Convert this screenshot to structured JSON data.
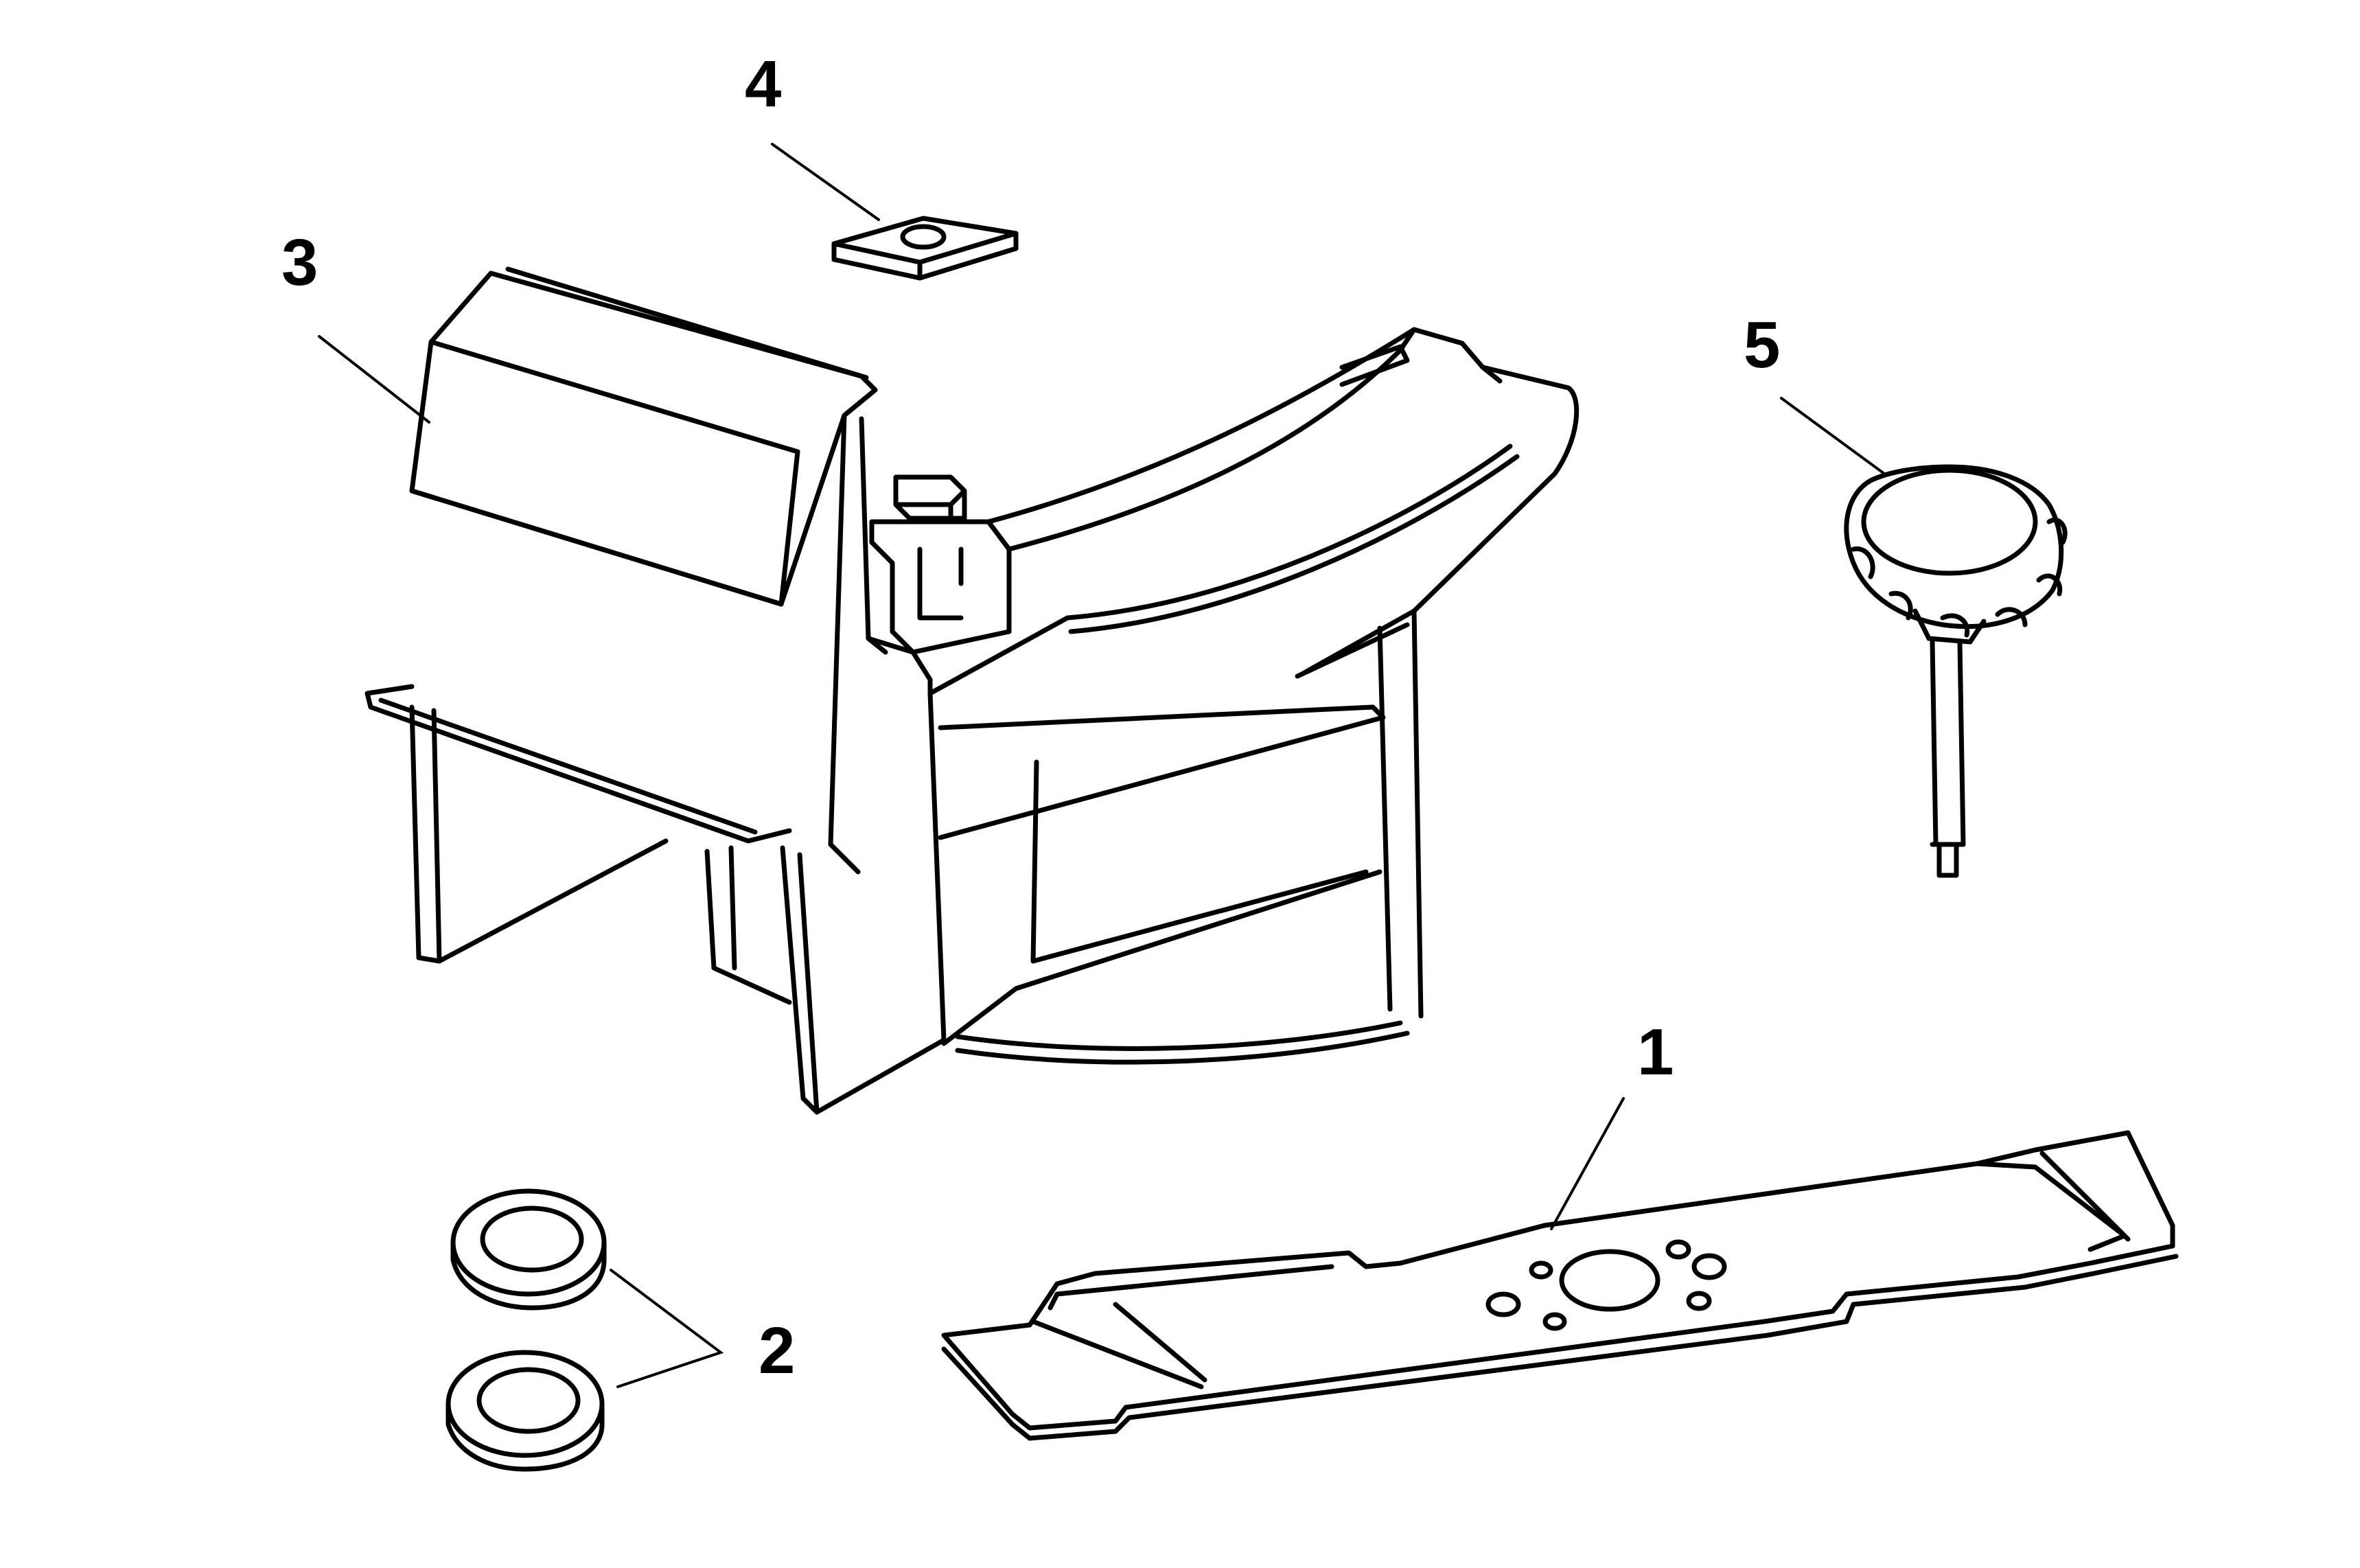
{
  "callouts": {
    "part1": "1",
    "part2": "2",
    "part3": "3",
    "part4": "4",
    "part5": "5"
  },
  "parts": [
    {
      "number": "1",
      "icon": "mower-blade"
    },
    {
      "number": "2",
      "icon": "spacer-washers"
    },
    {
      "number": "3",
      "icon": "grass-deflector-housing"
    },
    {
      "number": "4",
      "icon": "square-washer"
    },
    {
      "number": "5",
      "icon": "star-knob"
    }
  ],
  "colors": {
    "line": "#000000",
    "background": "#ffffff"
  }
}
